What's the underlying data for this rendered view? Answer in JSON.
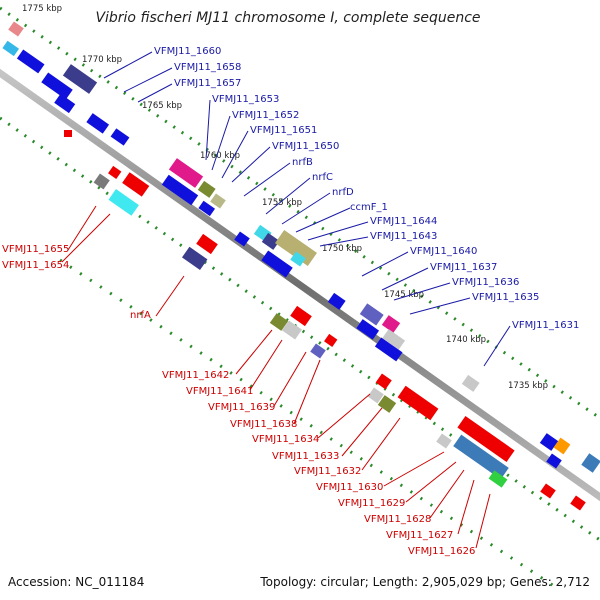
{
  "title": "Vibrio fischeri MJ11 chromosome I, complete sequence",
  "footer": {
    "accession": "Accession: NC_011184",
    "topology": "Topology: circular; Length: 2,905,029 bp; Genes: 2,712"
  },
  "kbp_ticks": [
    "1775 kbp",
    "1770 kbp",
    "1765 kbp",
    "1760 kbp",
    "1755 kbp",
    "1750 kbp",
    "1745 kbp",
    "1740 kbp",
    "1735 kbp"
  ],
  "forward_labels": [
    "VFMJ11_1660",
    "VFMJ11_1658",
    "VFMJ11_1657",
    "VFMJ11_1653",
    "VFMJ11_1652",
    "VFMJ11_1651",
    "VFMJ11_1650",
    "nrfB",
    "nrfC",
    "nrfD",
    "ccmF_1",
    "VFMJ11_1644",
    "VFMJ11_1643",
    "VFMJ11_1640",
    "VFMJ11_1637",
    "VFMJ11_1636",
    "VFMJ11_1635",
    "VFMJ11_1631"
  ],
  "reverse_labels": [
    "VFMJ11_1655",
    "VFMJ11_1654",
    "nrfA",
    "VFMJ11_1642",
    "VFMJ11_1641",
    "VFMJ11_1639",
    "VFMJ11_1638",
    "VFMJ11_1634",
    "VFMJ11_1633",
    "VFMJ11_1632",
    "VFMJ11_1630",
    "VFMJ11_1629",
    "VFMJ11_1628",
    "VFMJ11_1627",
    "VFMJ11_1626"
  ],
  "colors": {
    "forward": "#0000ee",
    "reverse": "#ee0000",
    "backbone": "#808080"
  }
}
